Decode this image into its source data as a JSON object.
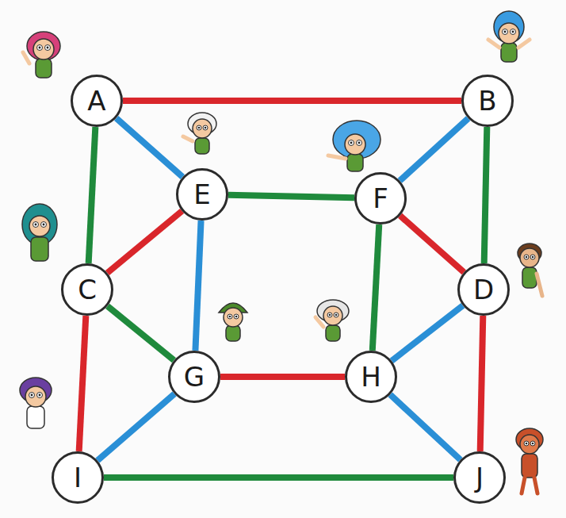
{
  "diagram": {
    "nodes": [
      {
        "text": [
          "A"
        ]
      },
      {
        "text": [
          "B"
        ]
      },
      {
        "text": [
          "E"
        ]
      },
      {
        "text": [
          "F"
        ]
      },
      {
        "text": [
          "C"
        ]
      },
      {
        "text": [
          "D"
        ]
      },
      {
        "text": [
          "G"
        ]
      },
      {
        "text": [
          "H"
        ]
      },
      {
        "text": [
          "I"
        ]
      },
      {
        "text": [
          "J"
        ]
      }
    ],
    "edges": [
      {
        "from": 0,
        "to": 1,
        "arrow": "none"
      },
      {
        "from": 0,
        "to": 2,
        "arrow": "none"
      },
      {
        "from": 0,
        "to": 4,
        "arrow": "none"
      },
      {
        "from": 1,
        "to": 3,
        "arrow": "none"
      },
      {
        "from": 1,
        "to": 5,
        "arrow": "none"
      },
      {
        "from": 2,
        "to": 3,
        "arrow": "none"
      },
      {
        "from": 2,
        "to": 4,
        "arrow": "none"
      },
      {
        "from": 2,
        "to": 6,
        "arrow": "none"
      },
      {
        "from": 3,
        "to": 5,
        "arrow": "none"
      },
      {
        "from": 3,
        "to": 7,
        "arrow": "none"
      },
      {
        "from": 4,
        "to": 6,
        "arrow": "none"
      },
      {
        "from": 4,
        "to": 8,
        "arrow": "none"
      },
      {
        "from": 5,
        "to": 7,
        "arrow": "none"
      },
      {
        "from": 5,
        "to": 9,
        "arrow": "none"
      },
      {
        "from": 6,
        "to": 7,
        "arrow": "none"
      },
      {
        "from": 6,
        "to": 8,
        "arrow": "none"
      },
      {
        "from": 7,
        "to": 9,
        "arrow": "none"
      },
      {
        "from": 8,
        "to": 9,
        "arrow": "none"
      }
    ]
  }
}
